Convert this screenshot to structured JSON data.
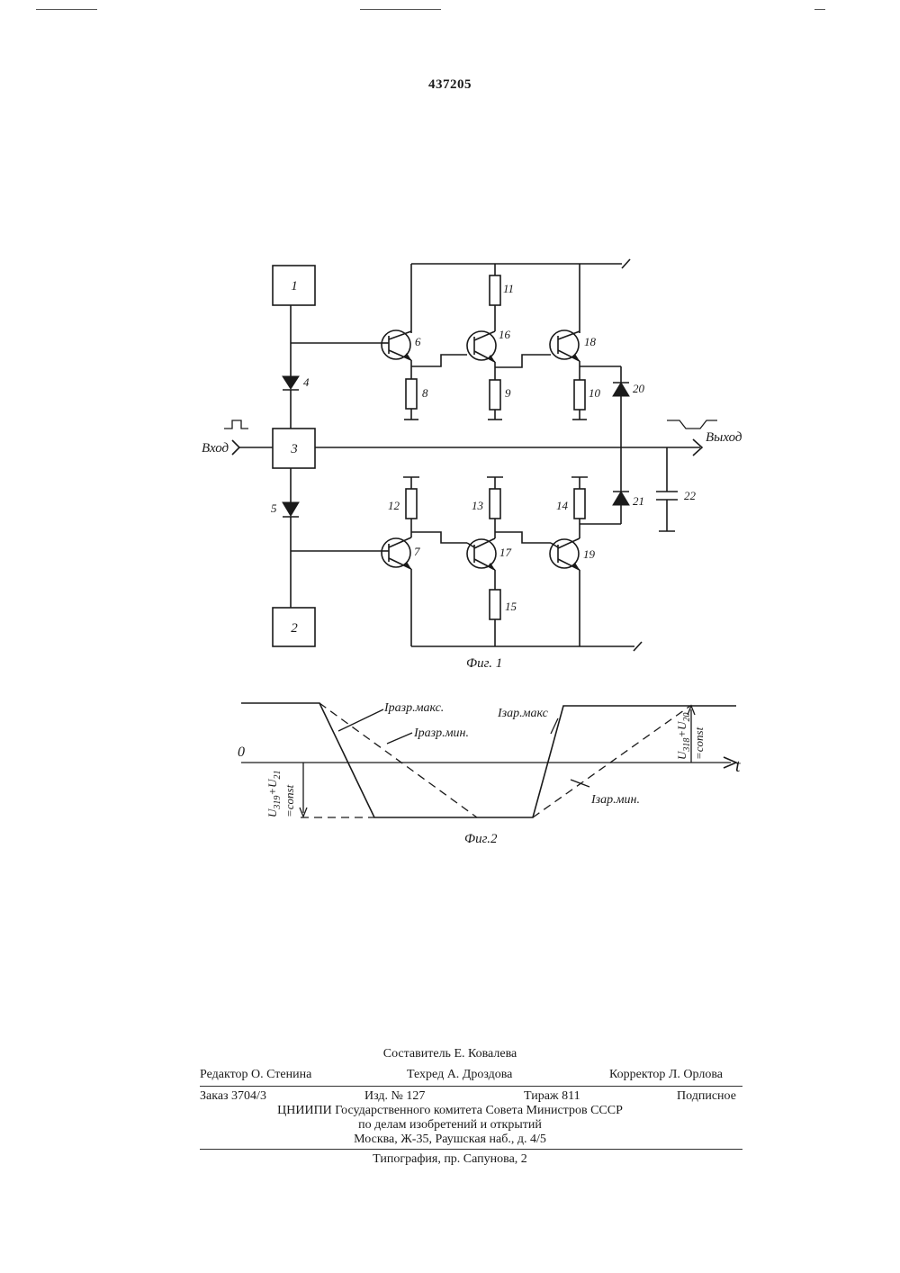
{
  "header": {
    "patent_number": "437205"
  },
  "figure1": {
    "caption": "Фиг. 1",
    "input_label": "Вход",
    "output_label": "Выход",
    "block_labels": [
      "1",
      "2",
      "3"
    ],
    "component_labels": [
      "4",
      "5",
      "6",
      "7",
      "8",
      "9",
      "10",
      "11",
      "12",
      "13",
      "14",
      "15",
      "16",
      "17",
      "18",
      "19",
      "20",
      "21",
      "22"
    ]
  },
  "figure2": {
    "caption": "Фиг.2",
    "zero_label": "0",
    "time_label": "t",
    "curve_labels": {
      "discharge_max": "Іразр.макс.",
      "discharge_min": "Іразр.мин.",
      "charge_max": "Ізар.макс",
      "charge_min": "Ізар.мин."
    },
    "upper_level_label": [
      "U",
      "318",
      "+U",
      "20",
      "=const"
    ],
    "lower_level_label": [
      "U",
      "319",
      "+U",
      "21",
      "=const"
    ]
  },
  "colophon": {
    "compiler": "Составитель Е. Ковалева",
    "editor": "Редактор О. Стенина",
    "techred": "Техред А. Дроздова",
    "corrector": "Корректор Л. Орлова",
    "order": "Заказ 3704/3",
    "edition": "Изд. № 127",
    "circulation": "Тираж 811",
    "subscription": "Подписное",
    "org_line1": "ЦНИИПИ Государственного комитета Совета Министров СССР",
    "org_line2": "по делам изобретений и открытий",
    "org_line3": "Москва, Ж-35, Раушская наб., д. 4/5",
    "printing": "Типография, пр. Сапунова, 2"
  }
}
